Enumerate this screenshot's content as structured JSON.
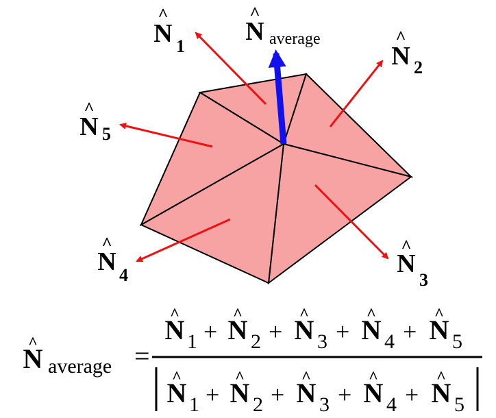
{
  "colors": {
    "face_fill": "#F8A3A3",
    "edge": "#000000",
    "face_normal_arrow": "#EE1111",
    "average_arrow": "#1111EE",
    "background": "#FFFFFF"
  },
  "labels": {
    "n_symbol": "N",
    "hat": "^",
    "average_subscript": "average",
    "n1_sub": "1",
    "n2_sub": "2",
    "n3_sub": "3",
    "n4_sub": "4",
    "n5_sub": "5"
  },
  "equation": {
    "lhs_symbol": "N",
    "lhs_subscript": "average",
    "equals": "=",
    "plus": "+",
    "terms": [
      "1",
      "2",
      "3",
      "4",
      "5"
    ],
    "abs_bar": "|"
  }
}
